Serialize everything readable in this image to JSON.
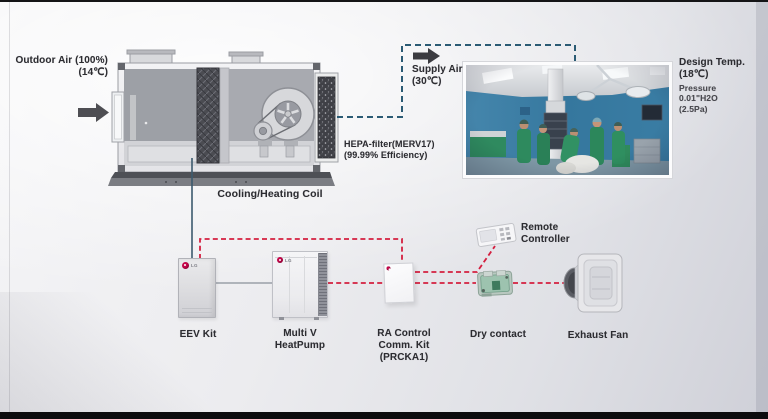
{
  "airflow": {
    "outdoor": {
      "line1": "Outdoor Air (100%)",
      "line2": "(14℃)"
    },
    "supply": {
      "line1": "Supply Air",
      "line2": "(30℃)"
    }
  },
  "ahu": {
    "coil_label": "Cooling/Heating Coil",
    "hepa": {
      "line1": "HEPA-filter(MERV17)",
      "line2": "(99.99% Efficiency)"
    }
  },
  "room": {
    "design_temp": {
      "line1": "Design Temp.",
      "line2": "(18℃)"
    },
    "pressure": {
      "label": "Pressure",
      "value1": "0.01\"H2O",
      "value2": "(2.5Pa)"
    }
  },
  "components": {
    "eev_kit": {
      "label": "EEV Kit"
    },
    "multi_v": {
      "line1": "Multi V",
      "line2": "HeatPump"
    },
    "ra_kit": {
      "line1": "RA Control",
      "line2": "Comm. Kit",
      "line3": "(PRCKA1)"
    },
    "dry_contact": {
      "label": "Dry contact"
    },
    "remote": {
      "line1": "Remote",
      "line2": "Controller"
    },
    "exhaust_fan": {
      "label": "Exhaust Fan"
    }
  },
  "brand": {
    "logo": "LG"
  },
  "colors": {
    "comm_line_red": "#d41f3f",
    "air_line_blue": "#2b5b74",
    "pipe_line_blue": "#3c5a6e",
    "connector_gray": "#9aa0a8",
    "lg_logo_red": "#c5064a"
  }
}
